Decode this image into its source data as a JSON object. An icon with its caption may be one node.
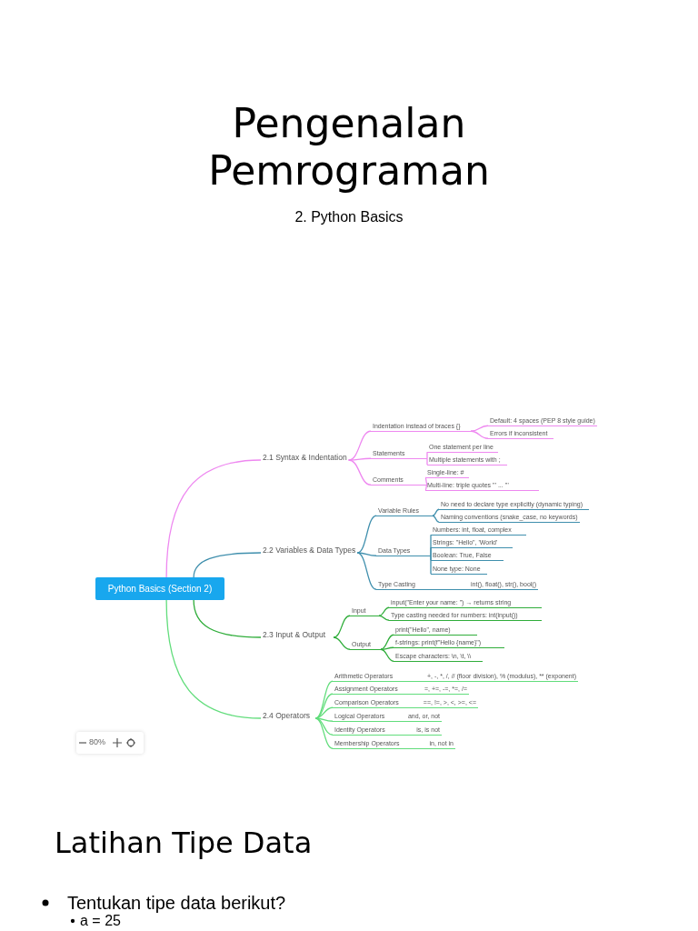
{
  "diagram": {
    "title": "Pengenalan Pemrograman",
    "nodes": [
      {
        "text": [
          "Python Basics (Section 2)"
        ]
      },
      {
        "text": [
          "2.1 Syntax & Indentation"
        ]
      },
      {
        "text": [
          "Indentation instead of braces {}"
        ]
      },
      {
        "text": [
          "Default: 4 spaces (PEP 8 style guide)"
        ]
      },
      {
        "text": [
          "Errors if inconsistent"
        ]
      },
      {
        "text": [
          "Statements"
        ]
      },
      {
        "text": [
          "One statement per line"
        ]
      },
      {
        "text": [
          "Multiple statements with ;"
        ]
      },
      {
        "text": [
          "Comments"
        ]
      },
      {
        "text": [
          "Single-line: #"
        ]
      },
      {
        "text": [
          "Multi-line: triple quotes ''' ... '''"
        ]
      },
      {
        "text": [
          "2.2 Variables & Data Types"
        ]
      },
      {
        "text": [
          "Variable Rules"
        ]
      },
      {
        "text": [
          "No need to declare type explicitly (dynamic typing)"
        ]
      },
      {
        "text": [
          "Naming conventions (snake_case, no keywords)"
        ]
      },
      {
        "text": [
          "Data Types"
        ]
      },
      {
        "text": [
          "Numbers: int, float, complex"
        ]
      },
      {
        "text": [
          "Strings: \"Hello\", 'World'"
        ]
      },
      {
        "text": [
          "Boolean: True, False"
        ]
      },
      {
        "text": [
          "None type: None"
        ]
      },
      {
        "text": [
          "Type Casting",
          "int(), float(), str(), bool()"
        ]
      },
      {
        "text": [
          "2.3 Input & Output"
        ]
      },
      {
        "text": [
          "Input"
        ]
      },
      {
        "text": [
          "input(\"Enter your name: \") → returns string"
        ]
      },
      {
        "text": [
          "Type casting needed for numbers: int(input())"
        ]
      },
      {
        "text": [
          "Output"
        ]
      },
      {
        "text": [
          "print(\"Hello\", name)"
        ]
      },
      {
        "text": [
          "f-strings: print(f\"Hello {name}\")"
        ]
      },
      {
        "text": [
          "Escape characters: \\n, \\t, \\\\"
        ]
      },
      {
        "text": [
          "2.4 Operators"
        ]
      },
      {
        "text": [
          "Arithmetic Operators",
          "+, -, *, /, // (floor division), % (modulus), ** (exponent)"
        ]
      },
      {
        "text": [
          "Assignment Operators",
          "=, +=, -=, *=, /="
        ]
      },
      {
        "text": [
          "Comparison Operators",
          "==, !=, >, <, >=, <="
        ]
      },
      {
        "text": [
          "Logical Operators",
          "and, or, not"
        ]
      },
      {
        "text": [
          "Identity Operators",
          "is, is not"
        ]
      },
      {
        "text": [
          "Membership Operators",
          "in, not in"
        ]
      }
    ],
    "edges": [
      {
        "from": 0,
        "to": 1,
        "arrow": "none",
        "color": "#ee88f0"
      },
      {
        "from": 1,
        "to": 2,
        "arrow": "none",
        "color": "#ee88f0"
      },
      {
        "from": 2,
        "to": 3,
        "arrow": "none",
        "color": "#ee88f0"
      },
      {
        "from": 2,
        "to": 4,
        "arrow": "none",
        "color": "#ee88f0"
      },
      {
        "from": 1,
        "to": 5,
        "arrow": "none",
        "color": "#ee88f0"
      },
      {
        "from": 5,
        "to": 6,
        "arrow": "none",
        "color": "#ee88f0"
      },
      {
        "from": 5,
        "to": 7,
        "arrow": "none",
        "color": "#ee88f0"
      },
      {
        "from": 1,
        "to": 8,
        "arrow": "none",
        "color": "#ee88f0"
      },
      {
        "from": 8,
        "to": 9,
        "arrow": "none",
        "color": "#ee88f0"
      },
      {
        "from": 8,
        "to": 10,
        "arrow": "none",
        "color": "#ee88f0"
      },
      {
        "from": 0,
        "to": 11,
        "arrow": "none",
        "color": "#3f8fad"
      },
      {
        "from": 11,
        "to": 12,
        "arrow": "none",
        "color": "#3f8fad"
      },
      {
        "from": 12,
        "to": 13,
        "arrow": "none",
        "color": "#3f8fad"
      },
      {
        "from": 12,
        "to": 14,
        "arrow": "none",
        "color": "#3f8fad"
      },
      {
        "from": 11,
        "to": 15,
        "arrow": "none",
        "color": "#3f8fad"
      },
      {
        "from": 15,
        "to": 16,
        "arrow": "none",
        "color": "#3f8fad"
      },
      {
        "from": 15,
        "to": 17,
        "arrow": "none",
        "color": "#3f8fad"
      },
      {
        "from": 15,
        "to": 18,
        "arrow": "none",
        "color": "#3f8fad"
      },
      {
        "from": 15,
        "to": 19,
        "arrow": "none",
        "color": "#3f8fad"
      },
      {
        "from": 11,
        "to": 20,
        "arrow": "none",
        "color": "#3f8fad"
      },
      {
        "from": 0,
        "to": 21,
        "arrow": "none",
        "color": "#2fad3a"
      },
      {
        "from": 21,
        "to": 22,
        "arrow": "none",
        "color": "#2fad3a"
      },
      {
        "from": 22,
        "to": 23,
        "arrow": "none",
        "color": "#2fad3a"
      },
      {
        "from": 22,
        "to": 24,
        "arrow": "none",
        "color": "#2fad3a"
      },
      {
        "from": 21,
        "to": 25,
        "arrow": "none",
        "color": "#2fad3a"
      },
      {
        "from": 25,
        "to": 26,
        "arrow": "none",
        "color": "#2fad3a"
      },
      {
        "from": 25,
        "to": 27,
        "arrow": "none",
        "color": "#2fad3a"
      },
      {
        "from": 25,
        "to": 28,
        "arrow": "none",
        "color": "#2fad3a"
      },
      {
        "from": 0,
        "to": 29,
        "arrow": "none",
        "color": "#62dd7c"
      },
      {
        "from": 29,
        "to": 30,
        "arrow": "none",
        "color": "#62dd7c"
      },
      {
        "from": 29,
        "to": 31,
        "arrow": "none",
        "color": "#62dd7c"
      },
      {
        "from": 29,
        "to": 32,
        "arrow": "none",
        "color": "#62dd7c"
      },
      {
        "from": 29,
        "to": 33,
        "arrow": "none",
        "color": "#62dd7c"
      },
      {
        "from": 29,
        "to": 34,
        "arrow": "none",
        "color": "#62dd7c"
      },
      {
        "from": 29,
        "to": 35,
        "arrow": "none",
        "color": "#62dd7c"
      }
    ],
    "labels": [
      "2. Python Basics",
      "80%",
      "Latihan Tipe Data",
      "Tentukan tipe data berikut?",
      "a = 25"
    ]
  }
}
